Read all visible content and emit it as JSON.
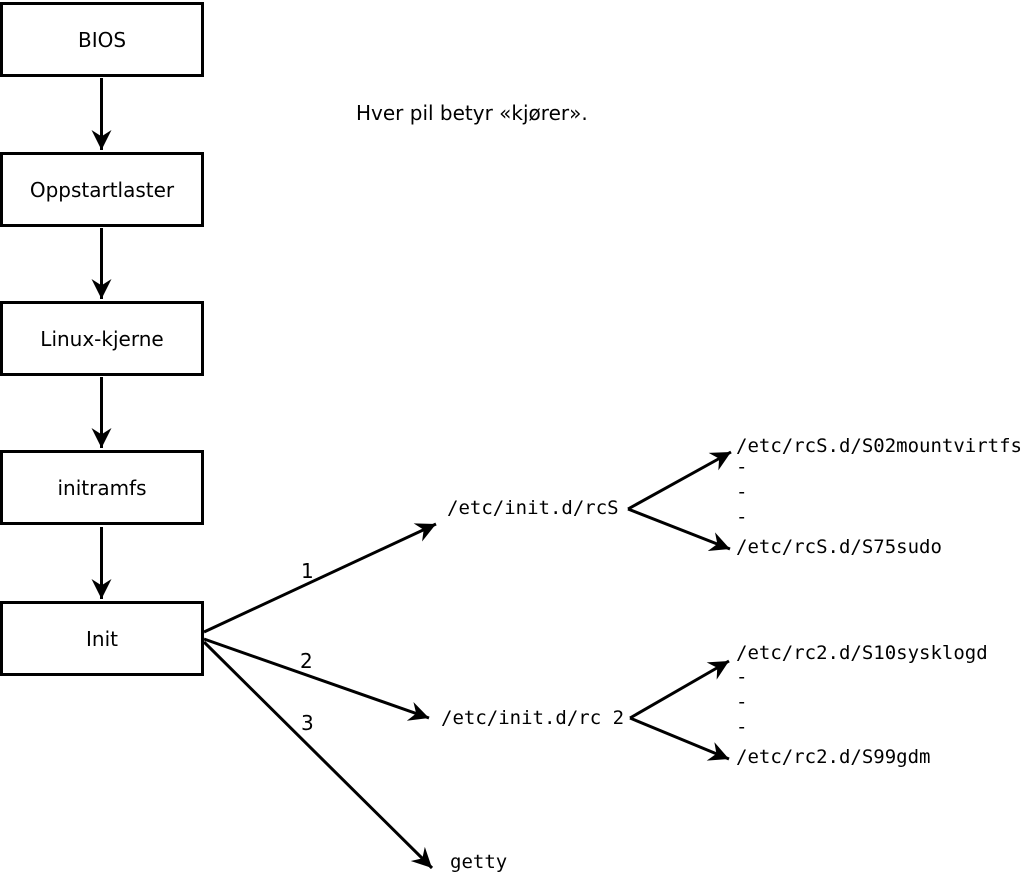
{
  "colors": {
    "background": "#ffffff",
    "line": "#000000",
    "text": "#000000"
  },
  "note": "Hver pil betyr «kjører».",
  "chain": [
    {
      "label": "BIOS"
    },
    {
      "label": "Oppstartlaster"
    },
    {
      "label": "Linux-kjerne"
    },
    {
      "label": "initramfs"
    },
    {
      "label": "Init"
    }
  ],
  "init_arrow_labels": [
    "1",
    "2",
    "3"
  ],
  "branches": [
    {
      "script": "/etc/init.d/rcS",
      "items": [
        "/etc/rcS.d/S02mountvirtfs",
        "-",
        "-",
        "-",
        "/etc/rcS.d/S75sudo"
      ]
    },
    {
      "script": "/etc/init.d/rc 2",
      "items": [
        "/etc/rc2.d/S10sysklogd",
        "-",
        "-",
        "-",
        "/etc/rc2.d/S99gdm"
      ]
    }
  ],
  "terminal": "getty"
}
